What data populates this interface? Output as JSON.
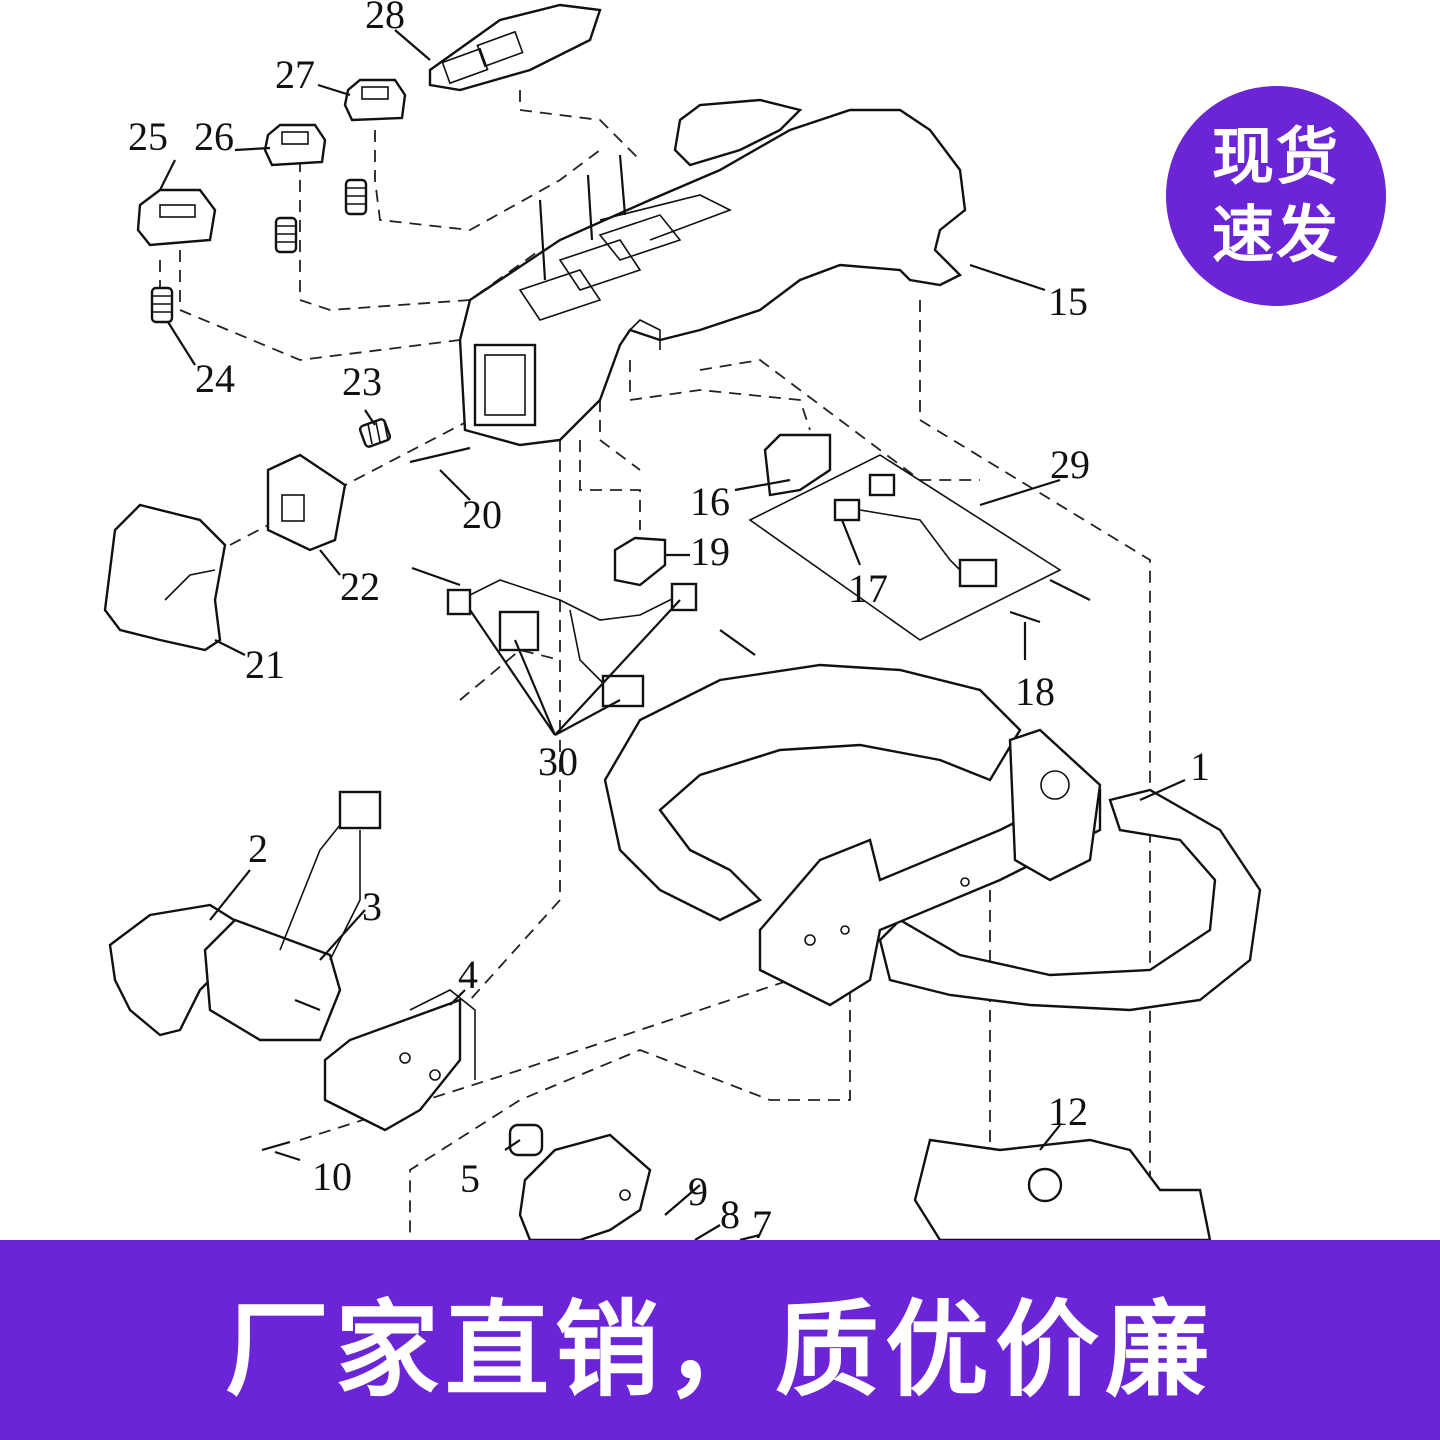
{
  "badge": {
    "line1": "现货",
    "line2": "速发"
  },
  "banner": {
    "text": "厂家直销，质优价廉"
  },
  "callouts": {
    "c1": "1",
    "c2": "2",
    "c3": "3",
    "c4": "4",
    "c5": "5",
    "c7": "7",
    "c8": "8",
    "c9": "9",
    "c10": "10",
    "c12": "12",
    "c15": "15",
    "c16": "16",
    "c17": "17",
    "c18": "18",
    "c19": "19",
    "c20": "20",
    "c21": "21",
    "c22": "22",
    "c23": "23",
    "c24": "24",
    "c25": "25",
    "c26": "26",
    "c27": "27",
    "c28": "28",
    "c29": "29",
    "c30": "30"
  },
  "colors": {
    "accent": "#6b24d6",
    "line": "#111111",
    "background": "#ffffff"
  }
}
